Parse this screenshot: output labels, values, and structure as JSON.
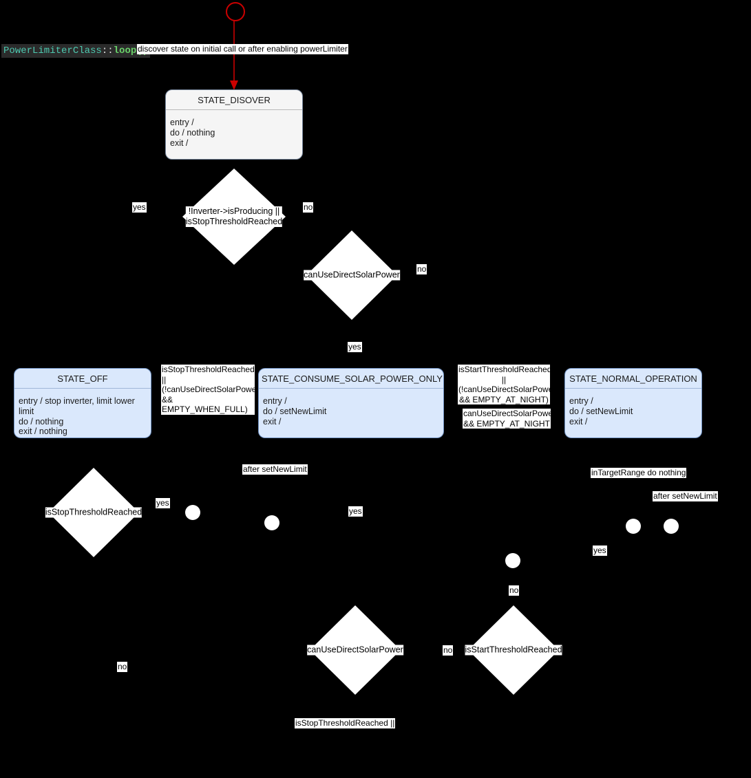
{
  "diagram": {
    "title": {
      "class_name": "PowerLimiterClass",
      "scope_op": "::",
      "method": "loop()"
    },
    "start_transition_label": "discover state on initial call or after enabling powerLimiter",
    "states": [
      {
        "id": "state-disover",
        "name": "STATE_DISOVER",
        "body": "entry /\ndo / nothing\nexit /",
        "style": "gray"
      },
      {
        "id": "state-off",
        "name": "STATE_OFF",
        "body": "entry / stop inverter, limit lower limit\ndo / nothing\nexit / nothing",
        "style": "blue"
      },
      {
        "id": "state-consume-solar-power-only",
        "name": "STATE_CONSUME_SOLAR_POWER_ONLY",
        "body": "entry /\ndo / setNewLimit\nexit /",
        "style": "blue"
      },
      {
        "id": "state-normal-operation",
        "name": "STATE_NORMAL_OPERATION",
        "body": "entry /\ndo / setNewLimit\nexit /",
        "style": "blue"
      }
    ],
    "decisions": [
      {
        "id": "decision-inverter-producing",
        "label": "!Inverter->isProducing ||\nisStopThresholdReached"
      },
      {
        "id": "decision-can-use-direct-solar-power-top",
        "label": "canUseDirectSolarPower"
      },
      {
        "id": "decision-is-stop-threshold-reached",
        "label": "isStopThresholdReached"
      },
      {
        "id": "decision-can-use-direct-solar-power-bottom",
        "label": "canUseDirectSolarPower"
      },
      {
        "id": "decision-is-start-threshold-reached",
        "label": "isStartThresholdReached"
      }
    ],
    "guards": [
      {
        "id": "guard-yes-1",
        "text": "yes"
      },
      {
        "id": "guard-no-1",
        "text": "no"
      },
      {
        "id": "guard-no-2",
        "text": "no"
      },
      {
        "id": "guard-yes-2",
        "text": "yes"
      },
      {
        "id": "guard-yes-3",
        "text": "yes"
      },
      {
        "id": "guard-yes-4",
        "text": "yes"
      },
      {
        "id": "guard-yes-5",
        "text": "yes"
      },
      {
        "id": "guard-no-3",
        "text": "no"
      },
      {
        "id": "guard-no-4",
        "text": "no"
      },
      {
        "id": "guard-no-5",
        "text": "no"
      }
    ],
    "transition_labels": [
      {
        "id": "label-stop-threshold-empty-when-full",
        "text": "isStopThresholdReached ||\n(!canUseDirectSolarPower\n&& EMPTY_WHEN_FULL)"
      },
      {
        "id": "label-start-threshold-empty-at-night",
        "text": "isStartThresholdReached ||\n(!canUseDirectSolarPower\n&& EMPTY_AT_NIGHT)"
      },
      {
        "id": "label-can-use-direct-solar-empty-at-night",
        "text": "canUseDirectSolarPower\n&& EMPTY_AT_NIGHT"
      },
      {
        "id": "label-after-set-new-limit-1",
        "text": "after setNewLimit"
      },
      {
        "id": "label-in-target-range",
        "text": "inTargetRange do nothing"
      },
      {
        "id": "label-after-set-new-limit-2",
        "text": "after setNewLimit"
      },
      {
        "id": "label-is-stop-threshold-reached-or",
        "text": "isStopThresholdReached ||"
      }
    ]
  }
}
